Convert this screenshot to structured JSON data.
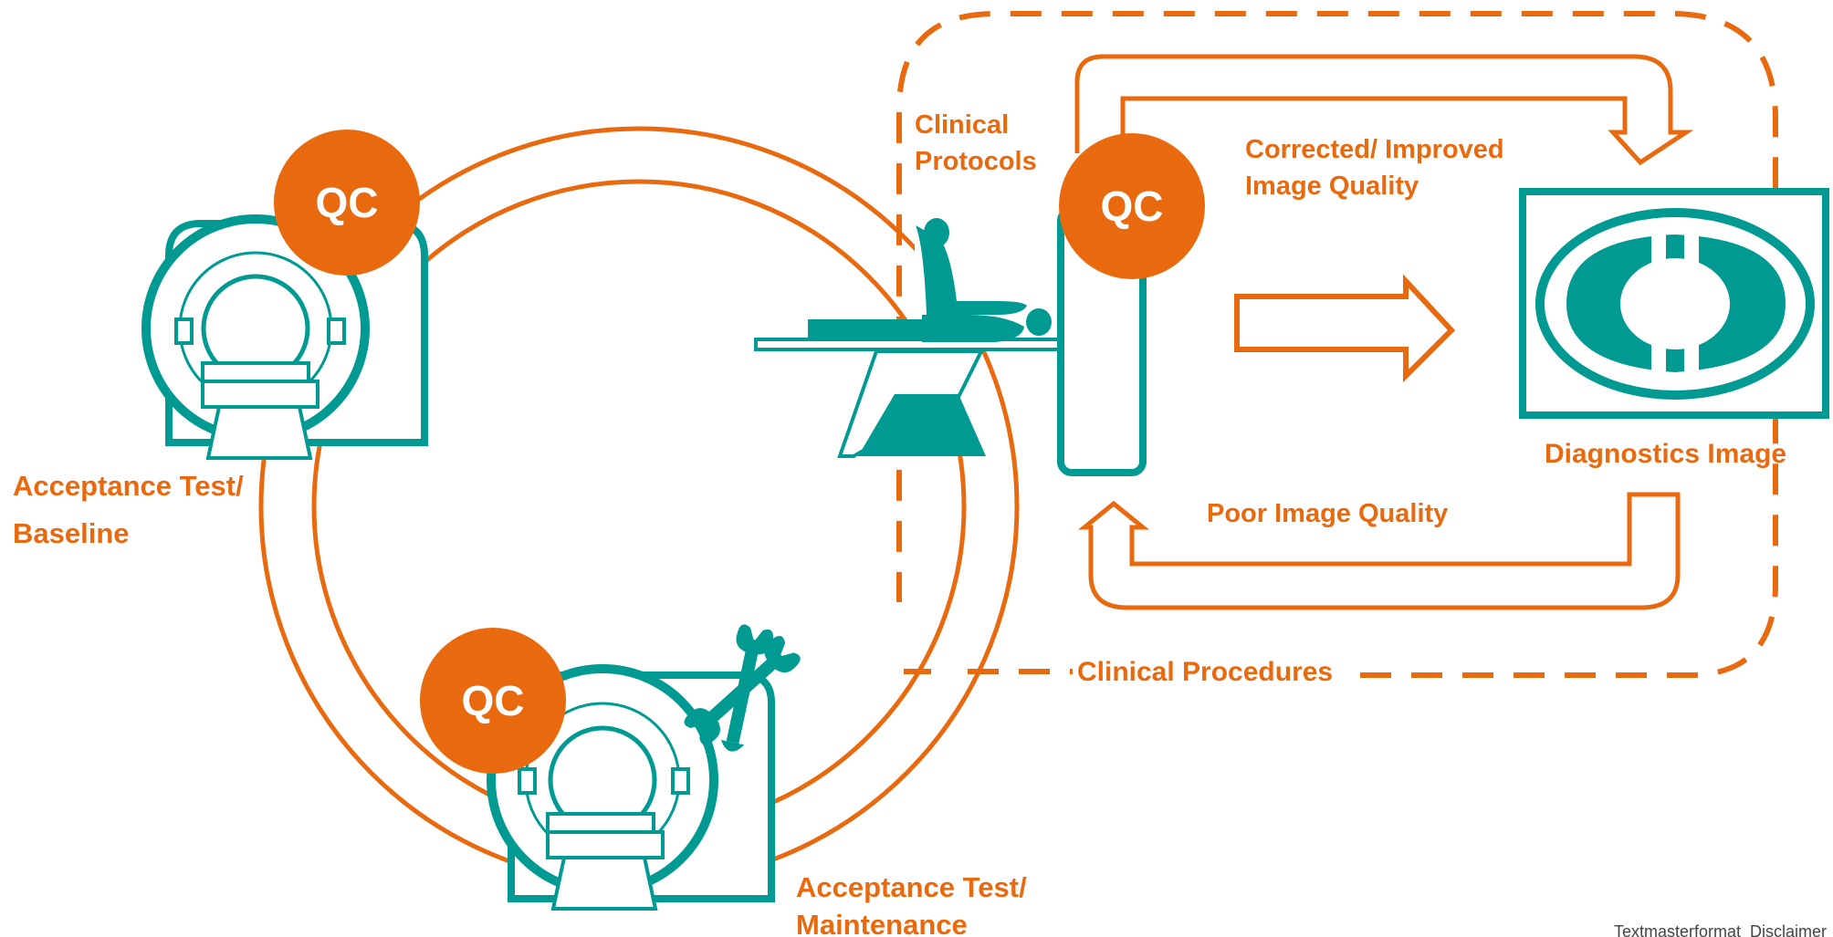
{
  "colors": {
    "orange": "#e9690f",
    "teal": "#009a93",
    "text_gray": "#444444"
  },
  "qc_badges": {
    "top_left": "QC",
    "bottom": "QC",
    "center": "QC"
  },
  "labels": {
    "acceptance_baseline": [
      "Acceptance Test/",
      "Baseline"
    ],
    "acceptance_maintenance": [
      "Acceptance Test/",
      "Maintenance"
    ],
    "clinical_protocols": [
      "Clinical",
      "Protocols"
    ],
    "corrected": [
      "Corrected/ Improved",
      "Image Quality"
    ],
    "poor_quality": "Poor Image Quality",
    "diagnostics_image": "Diagnostics Image",
    "clinical_procedures": "Clinical Procedures"
  },
  "footer": {
    "text": "Textmasterformat_Disclaimer"
  },
  "icons": {
    "scanner_left": "mri-scanner-icon",
    "scanner_bottom": "mri-scanner-icon",
    "wrench": "wrench-icon",
    "patient_table": "patient-on-table-icon",
    "diagnostic_image": "diagnostic-image-icon"
  }
}
